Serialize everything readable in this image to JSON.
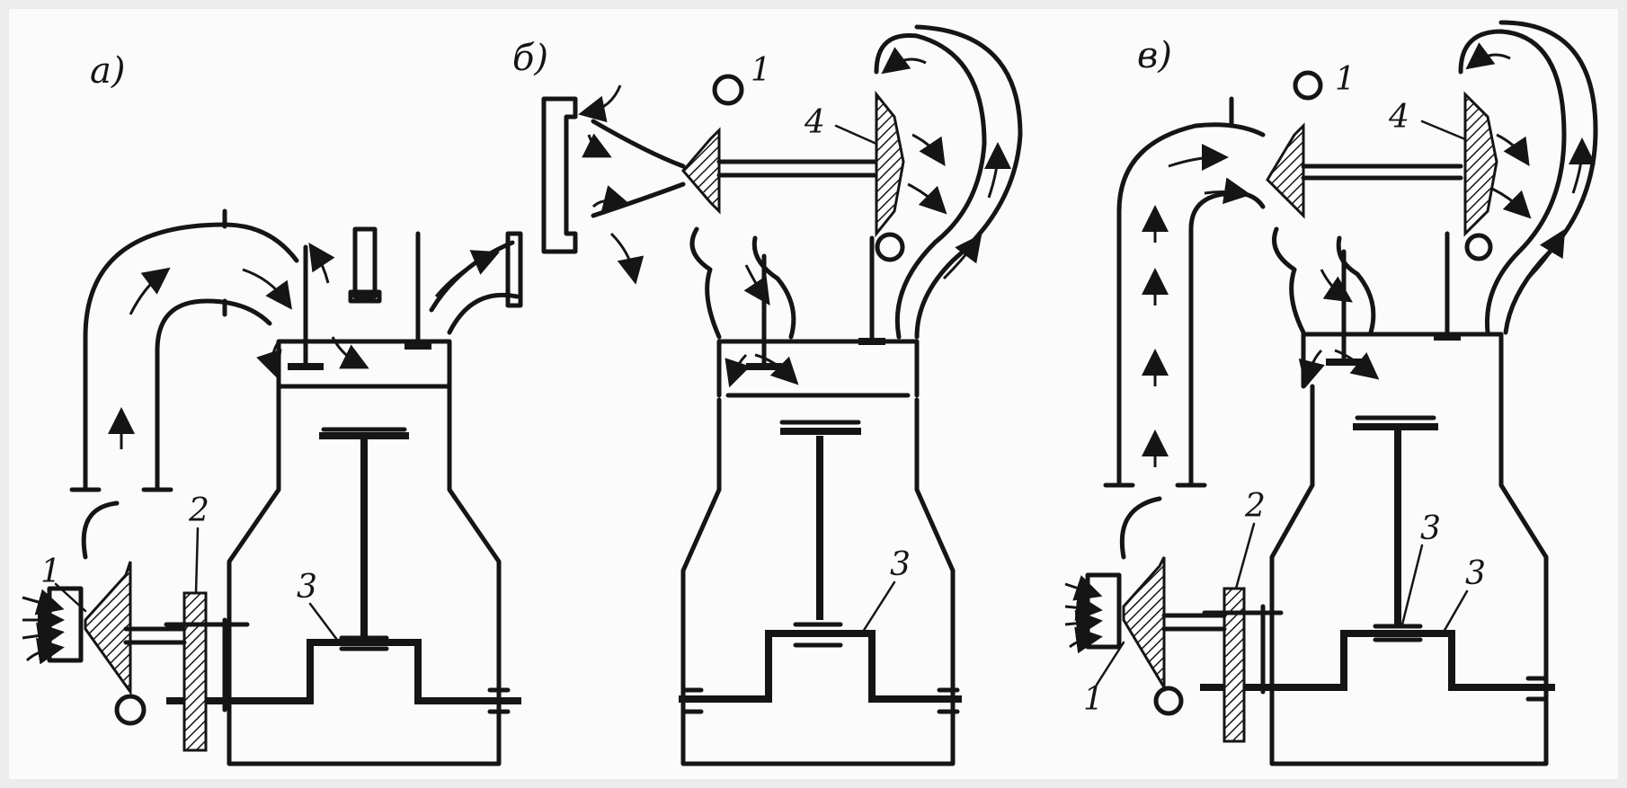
{
  "panels": [
    {
      "label": "а)",
      "callouts": [
        "1",
        "2",
        "3"
      ]
    },
    {
      "label": "б)",
      "callouts": [
        "1",
        "4",
        "3"
      ]
    },
    {
      "label": "в)",
      "callouts": [
        "1",
        "4",
        "2",
        "3",
        "1",
        "3"
      ]
    }
  ]
}
